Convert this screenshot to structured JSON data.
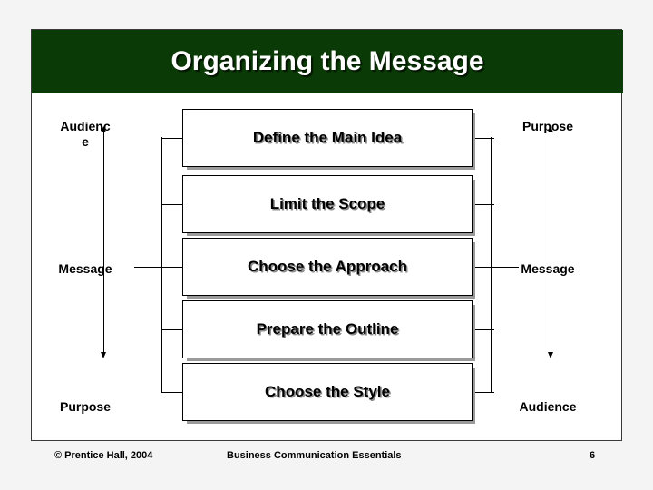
{
  "slide": {
    "title": "Organizing the Message",
    "colors": {
      "title_band": "#0a3a06",
      "title_text": "#ffffff",
      "slide_background": "#ffffff",
      "page_background": "#f4f4f4",
      "box_border": "#000000",
      "box_shadow": "#9a9a9a",
      "connector": "#000000"
    }
  },
  "steps": [
    {
      "label": "Define the Main Idea"
    },
    {
      "label": "Limit the Scope"
    },
    {
      "label": "Choose the Approach"
    },
    {
      "label": "Prepare the Outline"
    },
    {
      "label": "Choose the Style"
    }
  ],
  "left_column": {
    "top_line1": "Audienc",
    "top_line2": "e",
    "middle": "Message",
    "bottom": "Purpose"
  },
  "right_column": {
    "top": "Purpose",
    "middle": "Message",
    "bottom": "Audience"
  },
  "footer": {
    "copyright": "© Prentice Hall, 2004",
    "center": "Business Communication Essentials",
    "page": "6"
  }
}
